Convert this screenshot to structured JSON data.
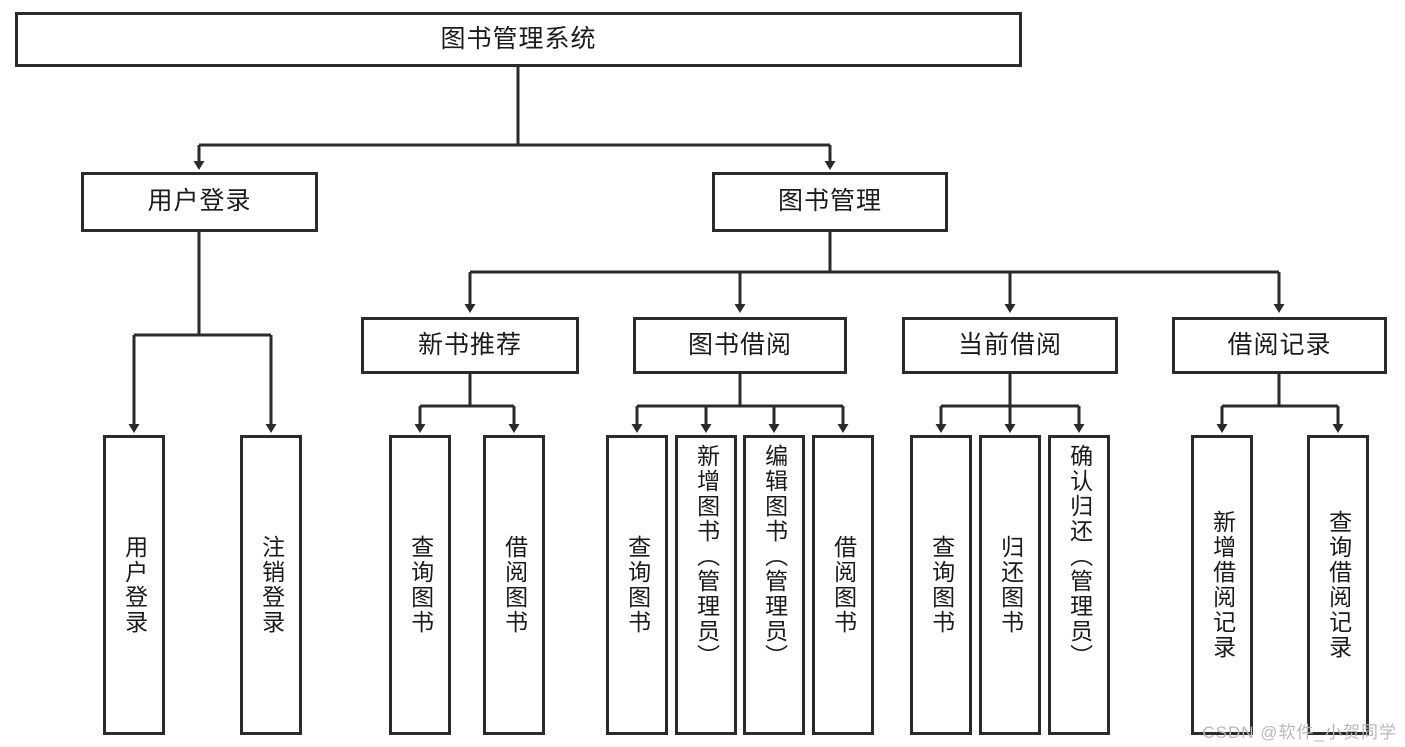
{
  "diagram": {
    "type": "tree-hierarchy-function-structure",
    "root": {
      "label": "图书管理系统"
    },
    "level2": [
      {
        "label": "用户登录"
      },
      {
        "label": "图书管理"
      }
    ],
    "level3": [
      {
        "label": "新书推荐"
      },
      {
        "label": "图书借阅"
      },
      {
        "label": "当前借阅"
      },
      {
        "label": "借阅记录"
      }
    ],
    "leaves": [
      {
        "label": "用户登录",
        "parent": "用户登录"
      },
      {
        "label": "注销登录",
        "parent": "用户登录"
      },
      {
        "label": "查询图书",
        "parent": "新书推荐"
      },
      {
        "label": "借阅图书",
        "parent": "新书推荐"
      },
      {
        "label": "查询图书",
        "parent": "图书借阅"
      },
      {
        "label": "新增图书（管理员）",
        "parent": "图书借阅"
      },
      {
        "label": "编辑图书（管理员）",
        "parent": "图书借阅"
      },
      {
        "label": "借阅图书",
        "parent": "图书借阅"
      },
      {
        "label": "查询图书",
        "parent": "当前借阅"
      },
      {
        "label": "归还图书",
        "parent": "当前借阅"
      },
      {
        "label": "确认归还（管理员）",
        "parent": "当前借阅"
      },
      {
        "label": "新增借阅记录",
        "parent": "借阅记录"
      },
      {
        "label": "查询借阅记录",
        "parent": "借阅记录"
      }
    ],
    "watermark": "CSDN @软件_小贺同学",
    "colors": {
      "stroke": "#2b2b2b",
      "fill": "#ffffff",
      "text": "#1b1b1b",
      "watermark": "#b9b9b9"
    }
  }
}
